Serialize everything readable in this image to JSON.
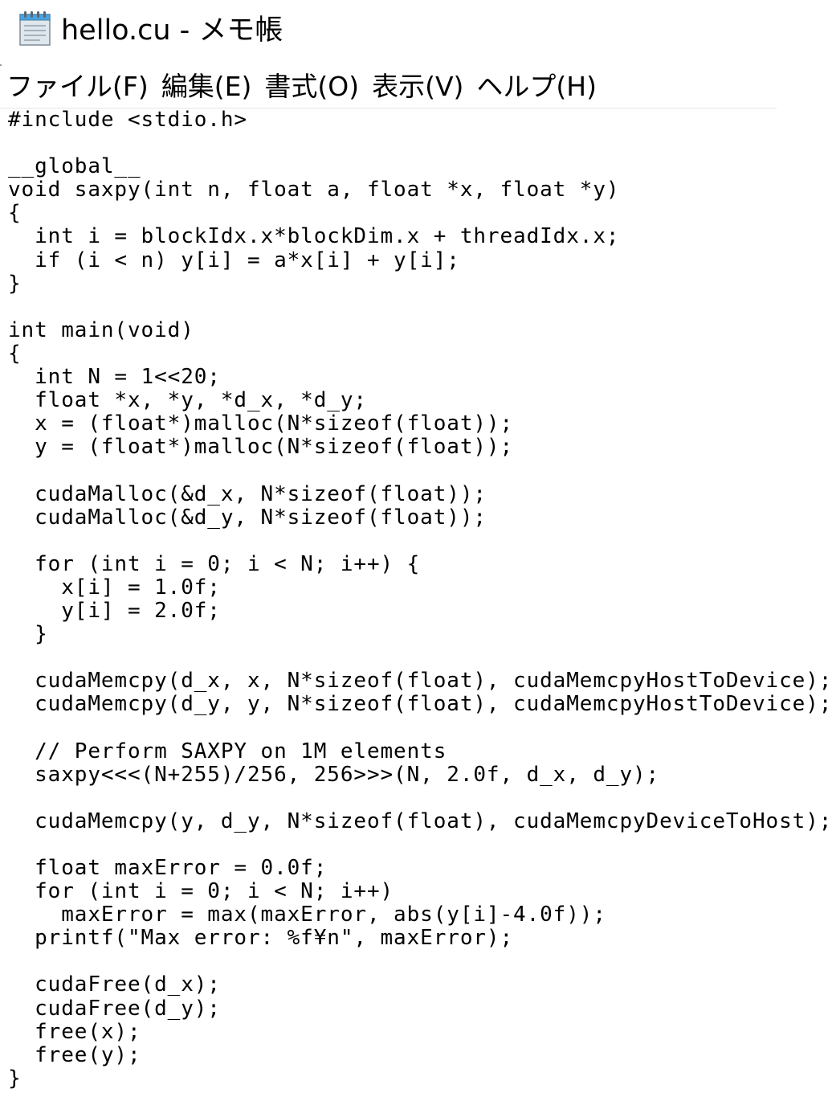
{
  "window": {
    "title": "hello.cu - メモ帳",
    "icon": "notepad-icon"
  },
  "menubar": {
    "items": [
      {
        "label": "ファイル(F)"
      },
      {
        "label": "編集(E)"
      },
      {
        "label": "書式(O)"
      },
      {
        "label": "表示(V)"
      },
      {
        "label": "ヘルプ(H)"
      }
    ]
  },
  "editor": {
    "content": "#include <stdio.h>\n\n__global__\nvoid saxpy(int n, float a, float *x, float *y)\n{\n  int i = blockIdx.x*blockDim.x + threadIdx.x;\n  if (i < n) y[i] = a*x[i] + y[i];\n}\n\nint main(void)\n{\n  int N = 1<<20;\n  float *x, *y, *d_x, *d_y;\n  x = (float*)malloc(N*sizeof(float));\n  y = (float*)malloc(N*sizeof(float));\n\n  cudaMalloc(&d_x, N*sizeof(float));\n  cudaMalloc(&d_y, N*sizeof(float));\n\n  for (int i = 0; i < N; i++) {\n    x[i] = 1.0f;\n    y[i] = 2.0f;\n  }\n\n  cudaMemcpy(d_x, x, N*sizeof(float), cudaMemcpyHostToDevice);\n  cudaMemcpy(d_y, y, N*sizeof(float), cudaMemcpyHostToDevice);\n\n  // Perform SAXPY on 1M elements\n  saxpy<<<(N+255)/256, 256>>>(N, 2.0f, d_x, d_y);\n\n  cudaMemcpy(y, d_y, N*sizeof(float), cudaMemcpyDeviceToHost);\n\n  float maxError = 0.0f;\n  for (int i = 0; i < N; i++)\n    maxError = max(maxError, abs(y[i]-4.0f));\n  printf(\"Max error: %f¥n\", maxError);\n\n  cudaFree(d_x);\n  cudaFree(d_y);\n  free(x);\n  free(y);\n}"
  }
}
